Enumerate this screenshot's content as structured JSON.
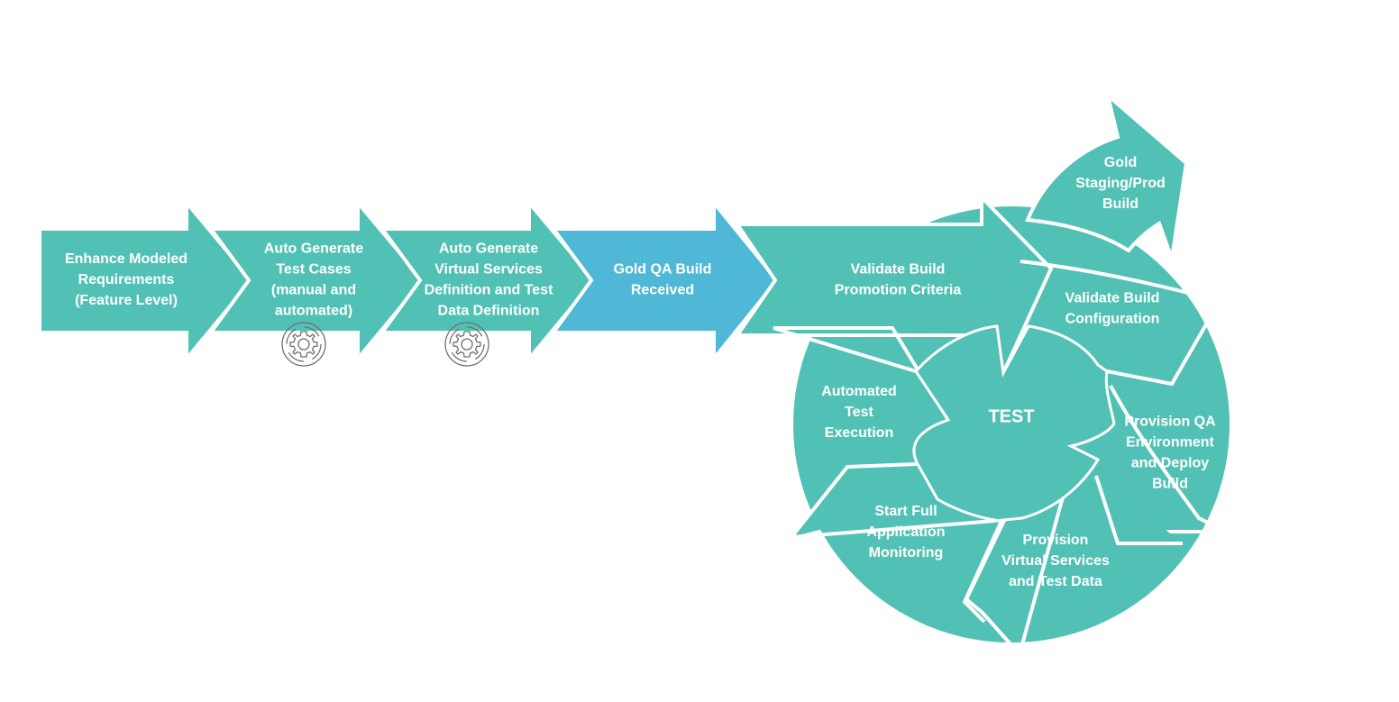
{
  "colors": {
    "teal": "#52C1B5",
    "blue": "#4FB8D6",
    "outline": "#ffffff",
    "icon": "#6f6f6f",
    "background": "#ffffff"
  },
  "pipeline": [
    {
      "lines": [
        "Enhance Modeled",
        "Requirements",
        "(Feature Level)"
      ],
      "color": "teal",
      "icon": null
    },
    {
      "lines": [
        "Auto Generate",
        "Test Cases",
        "(manual and",
        "automated)"
      ],
      "color": "teal",
      "icon": "gear-cycle-icon"
    },
    {
      "lines": [
        "Auto Generate",
        "Virtual Services",
        "Definition and Test",
        "Data Definition"
      ],
      "color": "teal",
      "icon": "gear-cycle-icon"
    },
    {
      "lines": [
        "Gold QA Build",
        "Received"
      ],
      "color": "blue",
      "icon": null
    }
  ],
  "validate_promotion": {
    "lines": [
      "Validate Build",
      "Promotion Criteria"
    ]
  },
  "staging": {
    "lines": [
      "Gold",
      "Staging/Prod",
      "Build"
    ]
  },
  "cycle": {
    "center_label": "TEST",
    "steps": [
      {
        "lines": [
          "Validate Build",
          "Configuration"
        ]
      },
      {
        "lines": [
          "Provision QA",
          "Environment",
          "and Deploy",
          "Build"
        ]
      },
      {
        "lines": [
          "Provision",
          "Virtual Services",
          "and Test Data"
        ]
      },
      {
        "lines": [
          "Start Full",
          "Application",
          "Monitoring"
        ]
      },
      {
        "lines": [
          "Automated",
          "Test",
          "Execution"
        ]
      }
    ]
  }
}
